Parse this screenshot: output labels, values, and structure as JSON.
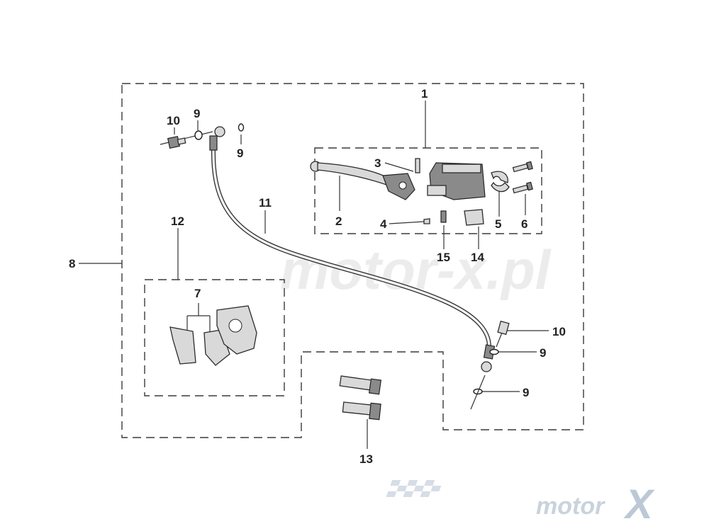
{
  "callouts": {
    "c1": "1",
    "c2": "2",
    "c3": "3",
    "c4": "4",
    "c5": "5",
    "c6": "6",
    "c7": "7",
    "c8": "8",
    "c9_top_a": "9",
    "c9_top_b": "9",
    "c9_right_a": "9",
    "c9_right_b": "9",
    "c10_top": "10",
    "c10_right": "10",
    "c11": "11",
    "c12": "12",
    "c13": "13",
    "c14": "14",
    "c15": "15"
  },
  "watermark": {
    "center_text": "motor-x.pl",
    "logo_text": "motor",
    "logo_mark": "X"
  }
}
